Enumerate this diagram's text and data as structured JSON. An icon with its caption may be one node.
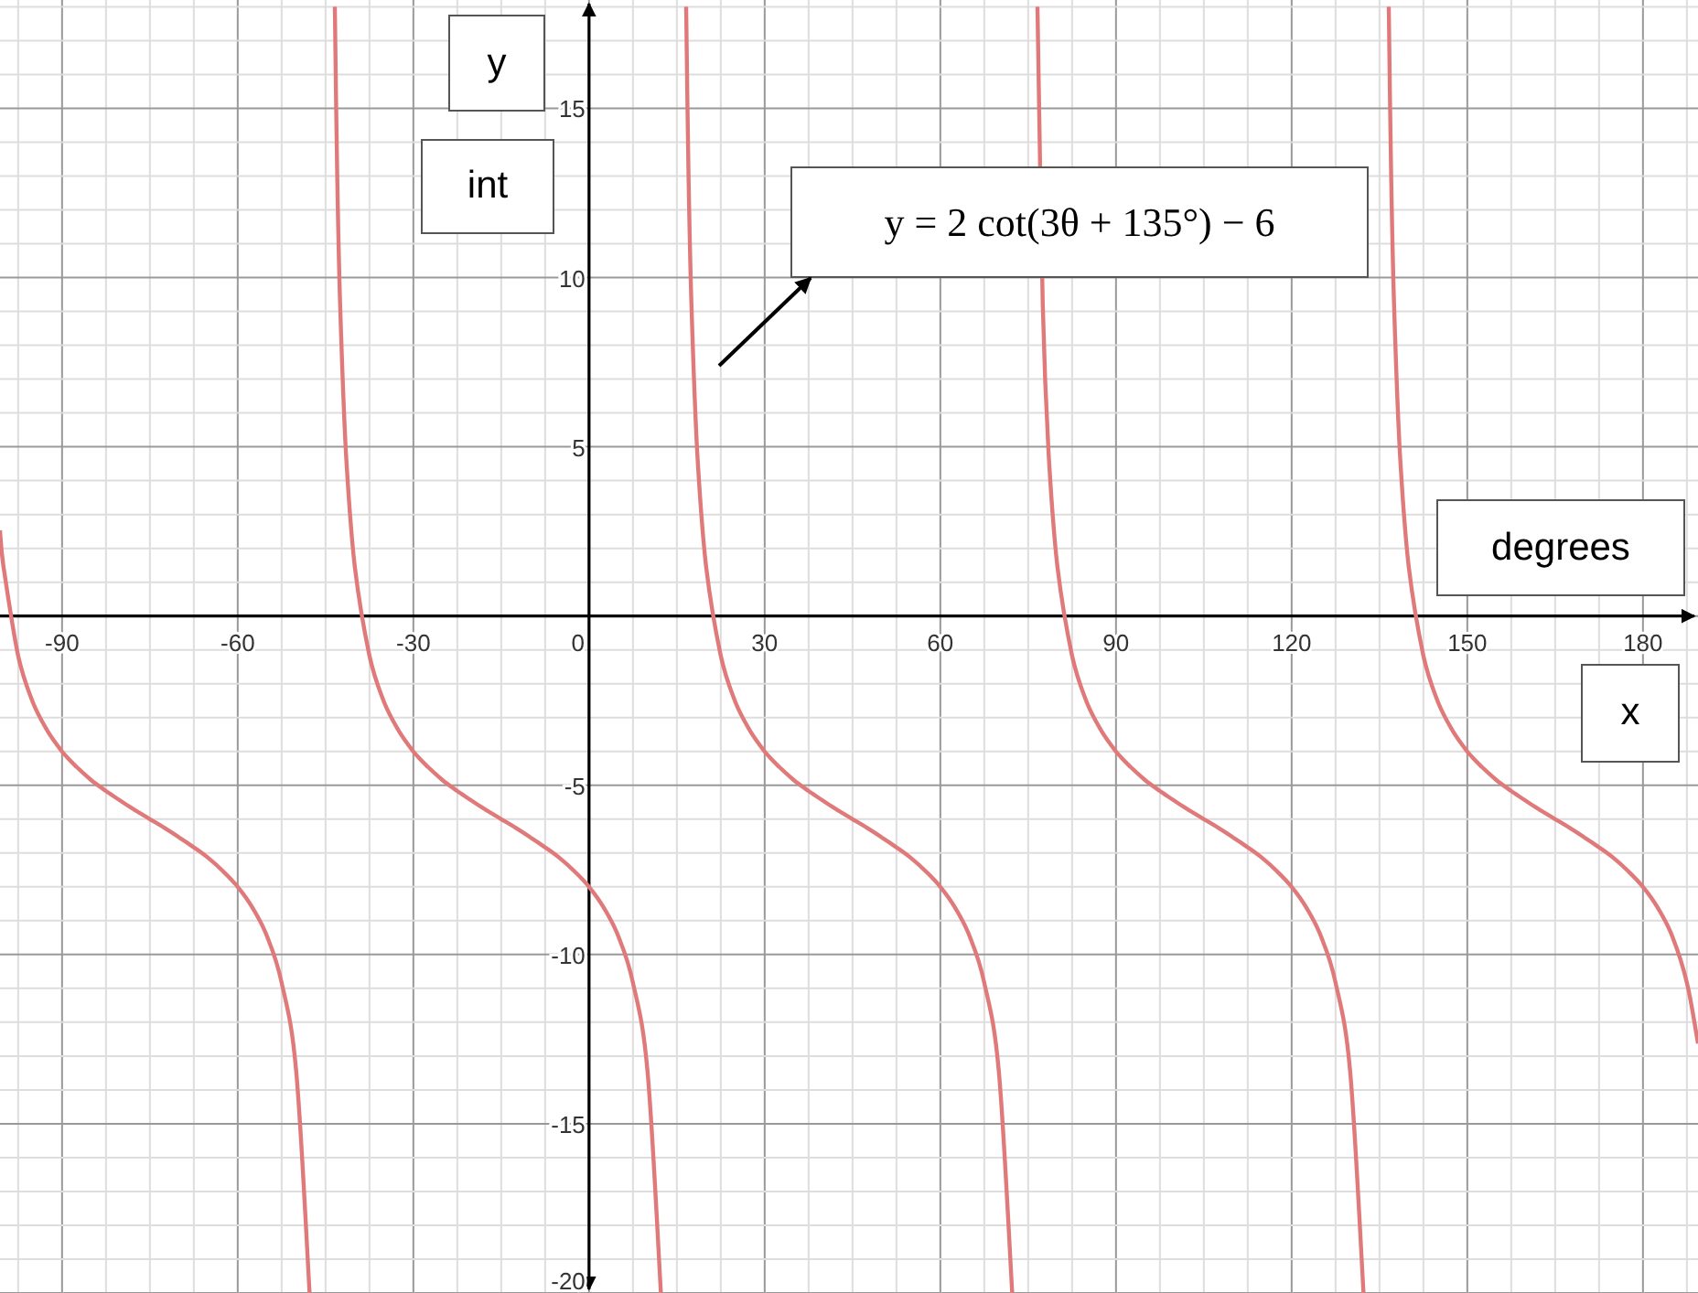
{
  "diagram": {
    "nodes": [
      {
        "text": [
          "y"
        ]
      },
      {
        "text": [
          "int"
        ]
      },
      {
        "text": [
          "y = 2 cot(3θ + 135°) − 6"
        ]
      },
      {
        "text": [
          "degrees"
        ]
      },
      {
        "text": [
          "x"
        ]
      }
    ],
    "edges": [
      {
        "from": null,
        "to": 2,
        "arrow": "to"
      }
    ],
    "chart_data": {
      "type": "line",
      "x": [
        -100.6,
        -100,
        -97.5,
        -95,
        -92.5,
        -90,
        -87.5,
        -85,
        -82.5,
        -80,
        -77.5,
        -75,
        -72.5,
        -70,
        -67.5,
        -65,
        -62.5,
        -60,
        -57.5,
        -55,
        -52.5,
        -50,
        -47.71,
        -45,
        -43.42,
        -43,
        -42.5,
        -41.5,
        -40,
        -37.5,
        -35,
        -32.5,
        -30,
        -27.5,
        -25,
        -22.5,
        -20,
        -17.5,
        -15,
        -12.5,
        -10,
        -7.5,
        -5,
        -2.5,
        0,
        2.5,
        5,
        7.5,
        10,
        12.29,
        15,
        16.58,
        17,
        17.5,
        18.5,
        20,
        22.5,
        25,
        27.5,
        30,
        32.5,
        35,
        37.5,
        40,
        42.5,
        45,
        47.5,
        50,
        52.5,
        55,
        57.5,
        60,
        62.5,
        65,
        67.5,
        70,
        72.29,
        75,
        76.58,
        77.5,
        78.5,
        80,
        82.5,
        85,
        87.5,
        90,
        92.5,
        95,
        97.5,
        100,
        102.5,
        105,
        107.5,
        110,
        112.5,
        115,
        117.5,
        120,
        122.5,
        125,
        127.5,
        130,
        132.29,
        135,
        136.58,
        137,
        137.5,
        138.5,
        140,
        142.5,
        145,
        147.5,
        150,
        152.5,
        155,
        157.5,
        160,
        162.5,
        165,
        167.5,
        170,
        172.5,
        175,
        177.5,
        180,
        182.5,
        185,
        187.5,
        189.4
      ],
      "series": [
        {
          "color": "#e07a7a",
          "values": [
            2.53,
            1.46,
            -1.17,
            -2.54,
            -3.39,
            -4,
            -4.46,
            -4.85,
            -5.17,
            -5.46,
            -5.74,
            -6,
            -6.26,
            -6.54,
            -6.83,
            -7.15,
            -7.54,
            -8,
            -8.61,
            -9.46,
            -10.83,
            -13.46,
            -20,
            null,
            18,
            13.03,
            9.19,
            4.79,
            1.46,
            -1.17,
            -2.54,
            -3.39,
            -4,
            -4.46,
            -4.85,
            -5.17,
            -5.46,
            -5.74,
            -6,
            -6.26,
            -6.54,
            -6.83,
            -7.15,
            -7.54,
            -8,
            -8.61,
            -9.46,
            -10.83,
            -13.46,
            -20,
            null,
            18,
            13.03,
            9.19,
            4.79,
            1.46,
            -1.17,
            -2.54,
            -3.39,
            -4,
            -4.46,
            -4.85,
            -5.17,
            -5.46,
            -5.74,
            -6,
            -6.26,
            -6.54,
            -6.83,
            -7.15,
            -7.54,
            -8,
            -8.61,
            -9.46,
            -10.83,
            -13.46,
            -20,
            null,
            18,
            9.19,
            4.79,
            1.46,
            -1.17,
            -2.54,
            -3.39,
            -4,
            -4.46,
            -4.85,
            -5.17,
            -5.46,
            -5.74,
            -6,
            -6.26,
            -6.54,
            -6.83,
            -7.15,
            -7.54,
            -8,
            -8.61,
            -9.46,
            -10.83,
            -13.46,
            -20,
            null,
            18,
            13.03,
            9.19,
            4.79,
            1.46,
            -1.17,
            -2.54,
            -3.39,
            -4,
            -4.46,
            -4.85,
            -5.17,
            -5.46,
            -5.74,
            -6,
            -6.26,
            -6.54,
            -6.83,
            -7.15,
            -7.54,
            -8,
            -8.61,
            -9.46,
            -10.83,
            -12.63
          ]
        }
      ],
      "xlim": [
        -100.6,
        189.4
      ],
      "ylim": [
        -20,
        18.2
      ],
      "xticks": [
        -90,
        -60,
        -30,
        0,
        30,
        60,
        90,
        120,
        150,
        180
      ],
      "yticks": [
        -20,
        -15,
        -10,
        -5,
        5,
        10,
        15
      ],
      "grid": true
    }
  }
}
